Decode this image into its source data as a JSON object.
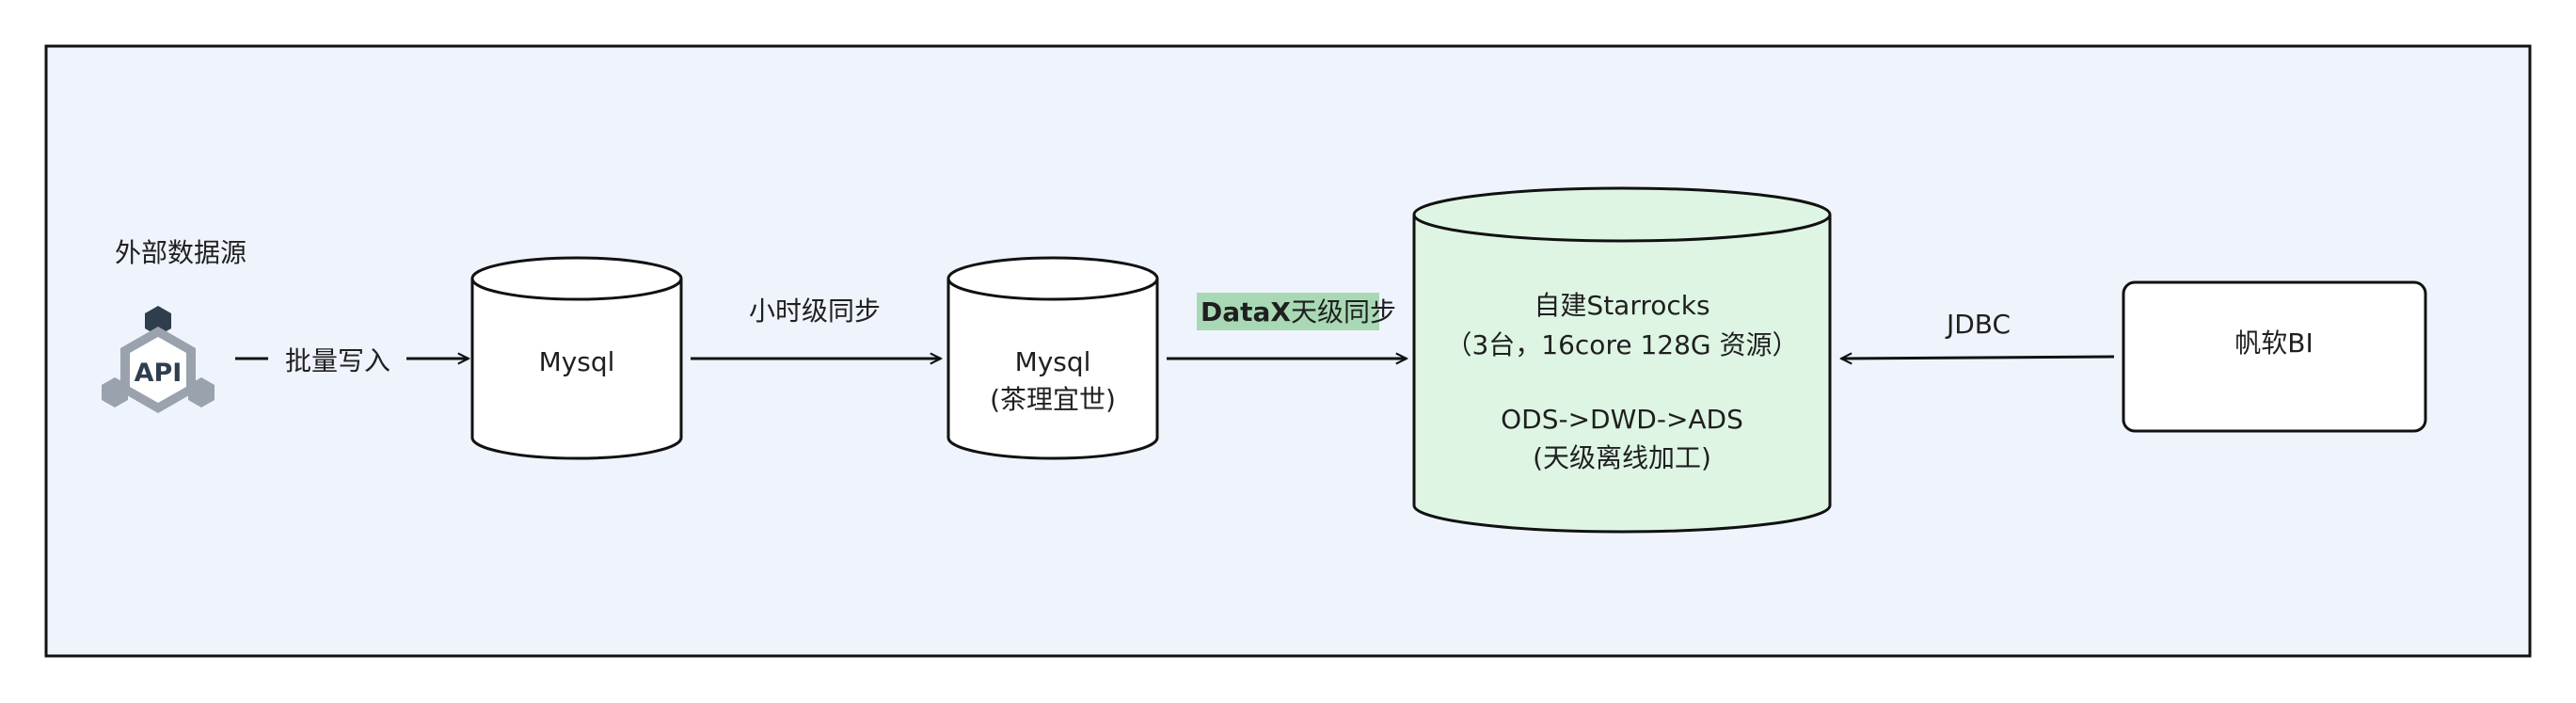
{
  "external_source": {
    "title": "外部数据源",
    "icon_text": "API",
    "icon": "api-hexagon-icon"
  },
  "edges": {
    "batch_write": "批量写入",
    "hourly_sync": "小时级同步",
    "datax_sync_prefix": "DataX",
    "datax_sync_suffix": "天级同步",
    "jdbc": "JDBC"
  },
  "nodes": {
    "mysql1": {
      "label": "Mysql"
    },
    "mysql2": {
      "line1": "Mysql",
      "line2": "(茶理宜世)"
    },
    "starrocks": {
      "line1": "自建Starrocks",
      "line2": "（3台，16core 128G 资源）",
      "line3": "ODS->DWD->ADS",
      "line4": "(天级离线加工)"
    },
    "finebi": {
      "label": "帆软BI"
    }
  },
  "colors": {
    "container_fill": "#eff3fc",
    "starrocks_fill": "#def5e4",
    "datax_highlight": "#a9d8b5",
    "stroke": "#111111",
    "icon_gray": "#9aa2ad",
    "icon_dark": "#2f3e4d"
  }
}
